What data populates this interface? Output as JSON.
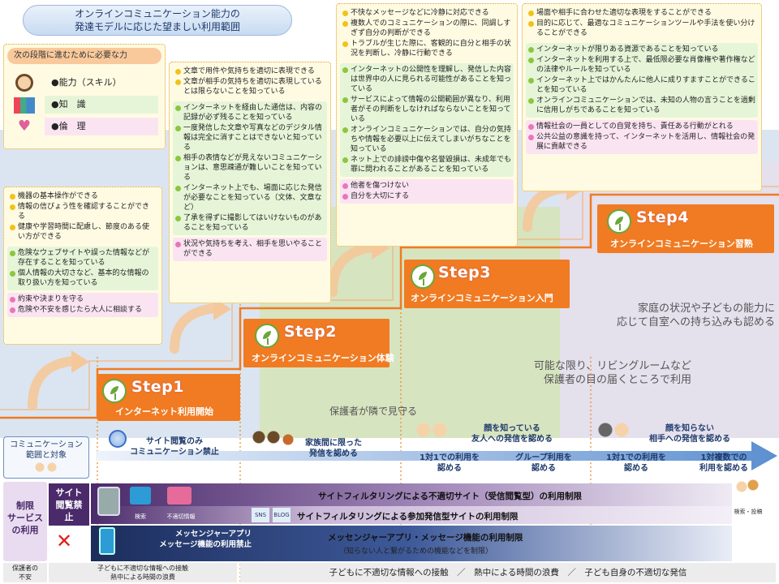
{
  "title": {
    "line1": "オンラインコミュニケーション能力の",
    "line2": "発達モデルに応じた望ましい利用範囲"
  },
  "legend": {
    "heading": "次の段階に進むために必要な力",
    "items": [
      {
        "label": "●能力（スキル）",
        "color": "#fffbe3"
      },
      {
        "label": "●知　識",
        "color": "#e6f5d8"
      },
      {
        "label": "●倫　理",
        "color": "#fbe4f2"
      }
    ]
  },
  "cards": [
    {
      "skill": [
        "機器の基本操作ができる",
        "情報の信ぴょう性を確認することができる",
        "健康や学習時間に配慮し、節度のある使い方ができる"
      ],
      "knowledge": [
        "危険なウェブサイトや誤った情報などが存在することを知っている",
        "個人情報の大切さなど、基本的な情報の取り扱い方を知っている"
      ],
      "ethics": [
        "約束や決まりを守る",
        "危険や不安を感じたら大人に相談する"
      ]
    },
    {
      "skill": [
        "文章で用件や気持ちを適切に表現できる",
        "文章が相手の気持ちを適切に表現しているとは限らないことを知っている"
      ],
      "knowledge": [
        "インターネットを経由した通信は、内容の記録が必ず残ることを知っている",
        "一度発信した文章や写真などのデジタル情報は完全に消すことはできないと知っている",
        "相手の表情などが見えないコミュニケーションは、意思疎通が難しいことを知っている",
        "インターネット上でも、場面に応じた発信が必要なことを知っている（文体、文章など）",
        "了承を得ずに撮影してはいけないものがあることを知っている"
      ],
      "ethics": [
        "状況や気持ちを考え、相手を思いやることができる"
      ]
    },
    {
      "skill": [
        "不快なメッセージなどに冷静に対応できる",
        "複数人でのコミュニケーションの際に、同調しすぎず自分の判断ができる",
        "トラブルが生じた際に、客観的に自分と相手の状況を判断し、冷静に行動できる"
      ],
      "knowledge": [
        "インターネットの公開性を理解し、発信した内容は世界中の人に見られる可能性があることを知っている",
        "サービスによって情報の公開範囲が異なり、利用者がその判断をしなければならないことを知っている",
        "オンラインコミュニケーションでは、自分の気持ちや情報を必要以上に伝えてしまいがちなことを知っている",
        "ネット上での誹謗中傷や名誉毀損は、未成年でも罪に問われることがあることを知っている"
      ],
      "ethics": [
        "他者を傷つけない",
        "自分を大切にする"
      ]
    },
    {
      "skill": [
        "場面や相手に合わせた適切な表現をすることができる",
        "目的に応じて、最適なコミュニケーションツールや手法を使い分けることができる"
      ],
      "knowledge": [
        "インターネットが限りある資源であることを知っている",
        "インターネットを利用する上で、最低限必要な肖像権や著作権などの法律やルールを知っている",
        "インターネット上ではかんたんに他人に成りすますことができることを知っている",
        "オンラインコミュニケーションでは、未知の人物の言うことを過剰に信用しがちであることを知っている"
      ],
      "ethics": [
        "情報社会の一員としての自覚を持ち、責任ある行動がとれる",
        "公共公益の意識を持って、インターネットを活用し、情報社会の発展に貢献できる"
      ]
    }
  ],
  "steps": [
    {
      "name": "Step1",
      "sub": "インターネット利用開始"
    },
    {
      "name": "Step2",
      "sub": "オンラインコミュニケーション体験"
    },
    {
      "name": "Step3",
      "sub": "オンラインコミュニケーション入門"
    },
    {
      "name": "Step4",
      "sub": "オンラインコミュニケーション習熟"
    }
  ],
  "zones": {
    "parent_nearby": "保護者が隣で見守る",
    "living_room_line1": "可能な限り、リビングルームなど",
    "living_room_line2": "保護者の目の届くところで利用",
    "own_room_line1": "家庭の状況や子どもの能力に",
    "own_room_line2": "応じて自室への持ち込みも認める"
  },
  "scope": {
    "label_line1": "コミュニケーション",
    "label_line2": "範囲と対象",
    "cells": [
      {
        "line1": "サイト閲覧のみ",
        "line2": "コミュニケーション禁止"
      },
      {
        "line1": "家族間に限った",
        "line2": "発信を認める"
      },
      {
        "line1": "顔を知っている",
        "line2": "友人への発信を認める"
      },
      {
        "line1": "顔を知らない",
        "line2": "相手への発信を認める"
      }
    ],
    "sub_cells": [
      {
        "line1": "1対1での利用を",
        "line2": "認める"
      },
      {
        "line1": "グループ利用を",
        "line2": "認める"
      },
      {
        "line1": "1対1での利用を",
        "line2": "認める"
      },
      {
        "line1": "1対複数での",
        "line2": "利用を認める"
      }
    ]
  },
  "restrictions": {
    "label_line1": "制限",
    "label_line2": "サービス",
    "label_line3": "の利用",
    "site_label": "サイト閲覧禁止",
    "site_icons": [
      "検索",
      "不適切情報"
    ],
    "messenger_label_line1": "メッセンジャーアプリ",
    "messenger_label_line2": "メッセージ機能の利用禁止",
    "bands": [
      {
        "text": "サイトフィルタリングによる不適切サイト（受信閲覧型）の利用制限"
      },
      {
        "text": "サイトフィルタリングによる参加発信型サイトの利用制限"
      },
      {
        "text": "メッセンジャーアプリ・メッセージ機能の利用制限",
        "sub": "（知らない人と繋がるための機能などを制限）"
      }
    ],
    "end_icon_label": "検索・投稿",
    "sns_tag": "SNS",
    "blog_tag": "BLOG"
  },
  "concerns": {
    "label_line1": "保護者の",
    "label_line2": "不安",
    "left_line1": "子どもに不適切な情報への接触",
    "left_line2": "熱中による時間の浪費",
    "right": "子どもに不適切な情報への接触　／　熱中による時間の浪費　／　子ども自身の不適切な発信"
  }
}
